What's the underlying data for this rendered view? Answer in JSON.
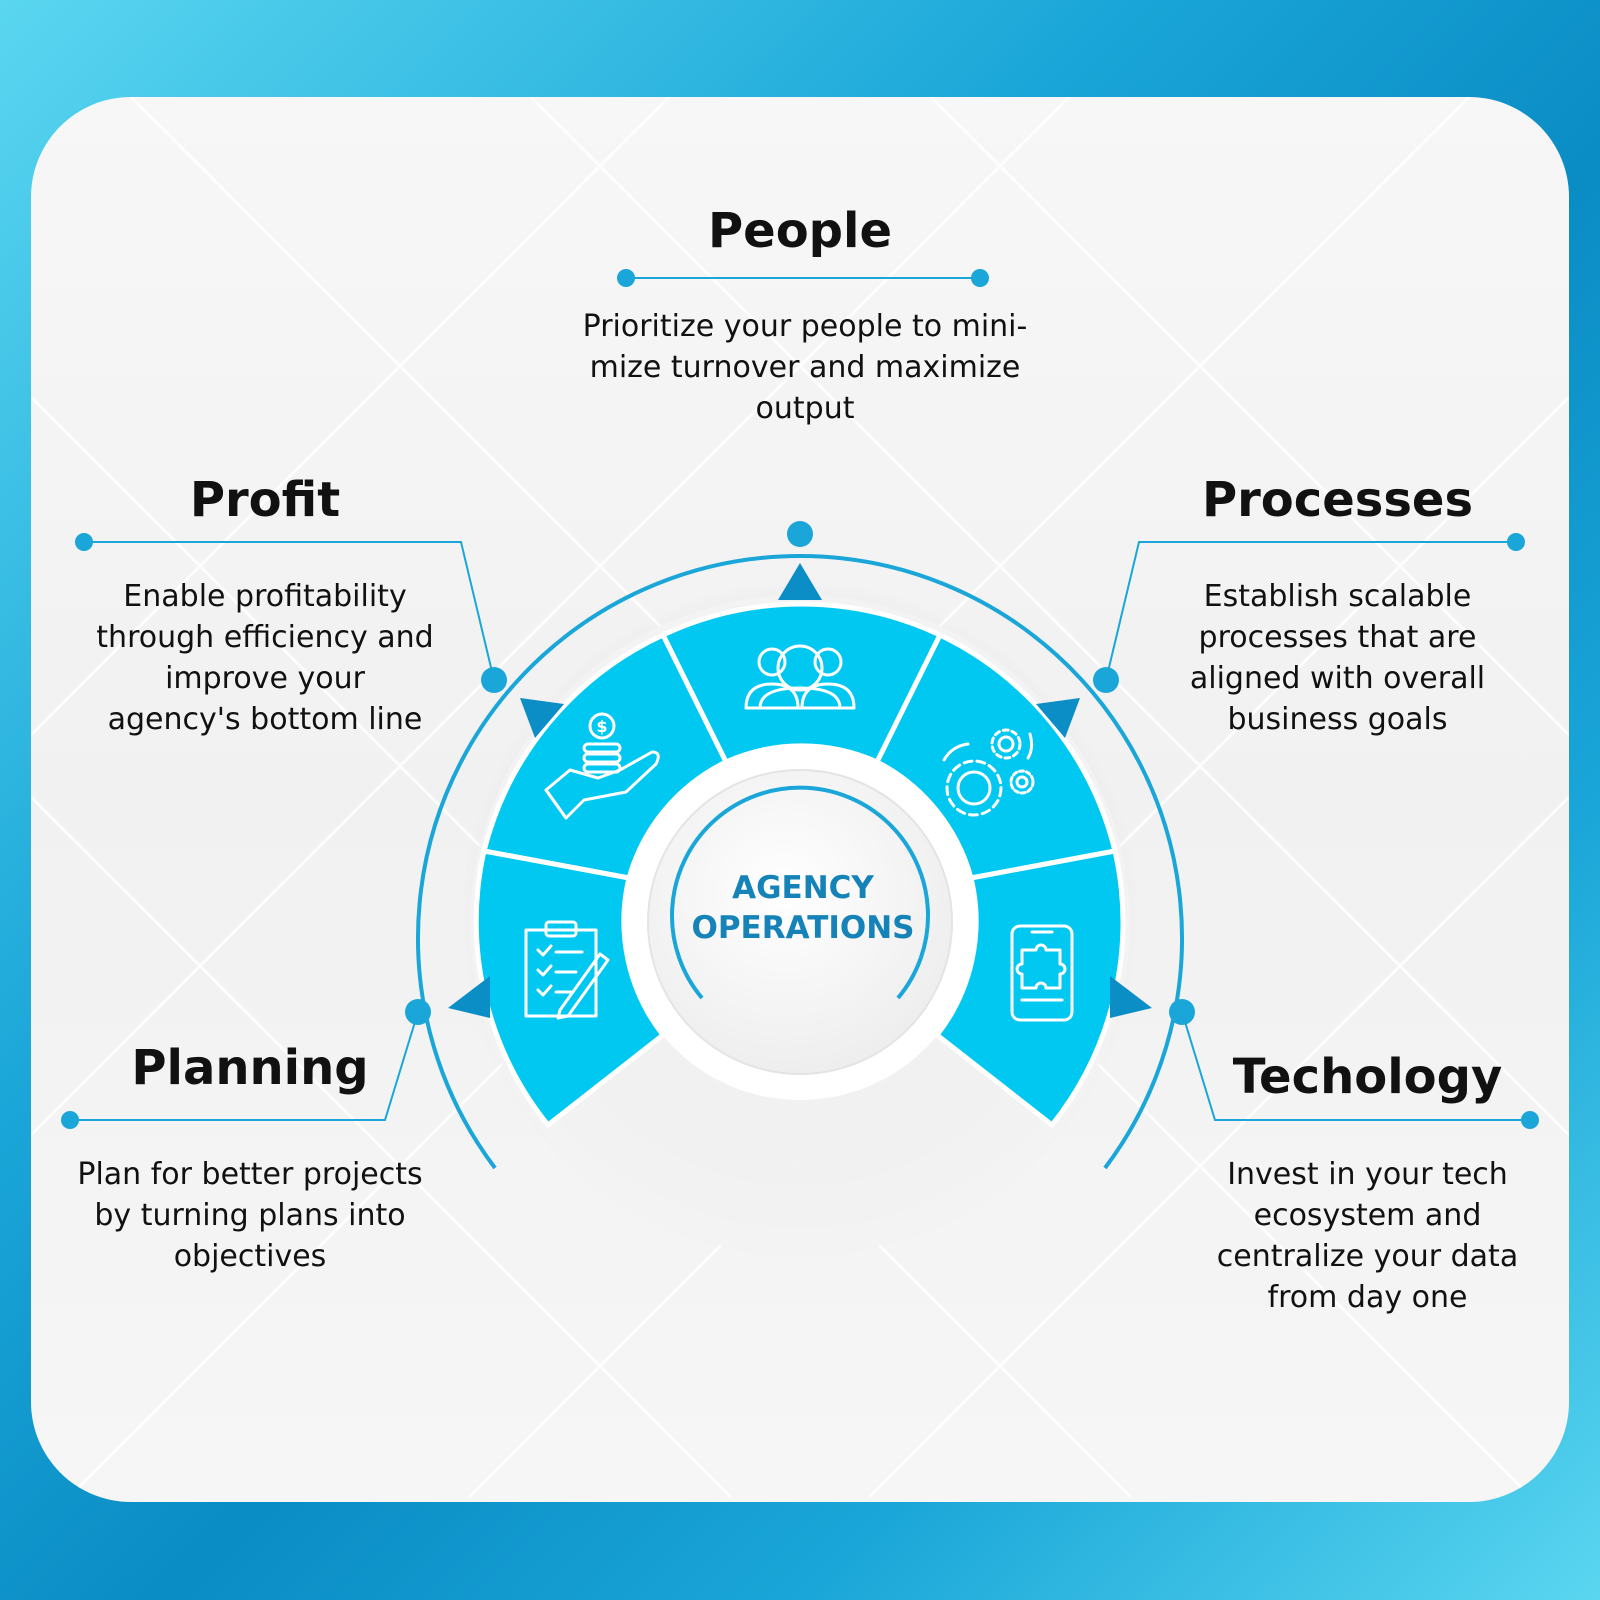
{
  "center": {
    "line1": "AGENCY",
    "line2": "OPERATIONS"
  },
  "segments": [
    {
      "title": "People",
      "description": "Prioritize your people to mini-mize turnover and maximize output",
      "icon": "people-group-icon"
    },
    {
      "title": "Profit",
      "description": "Enable profitability through efficiency and improve your agency's bottom line",
      "icon": "hand-coins-icon"
    },
    {
      "title": "Processes",
      "description": "Establish scalable processes that are aligned with overall business goals",
      "icon": "gears-icon"
    },
    {
      "title": "Planning",
      "description": "Plan for better projects by turning plans into objectives",
      "icon": "clipboard-checklist-icon"
    },
    {
      "title": "Techology",
      "description": "Invest in your tech ecosystem and centralize your data from day one",
      "icon": "mobile-puzzle-icon"
    }
  ],
  "colors": {
    "segment_fill": "#00c8f0",
    "line_accent": "#1aa6d8",
    "arrow_fill": "#0b8ec6",
    "center_text": "#1583b8",
    "text": "#111111"
  }
}
